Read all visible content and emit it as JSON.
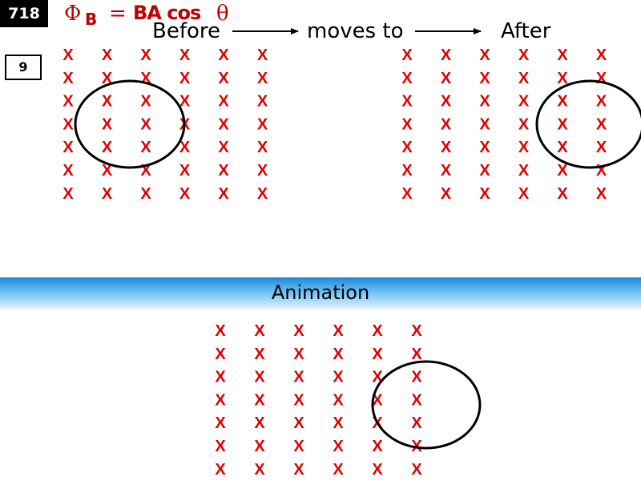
{
  "header": {
    "slide_number": "718",
    "sub_number": "9"
  },
  "formula": {
    "phi": "Φ",
    "subscript": "B",
    "equals": "=",
    "rhs": "BA cos",
    "theta": "θ"
  },
  "captions": {
    "before": "Before",
    "moves_to": "moves to",
    "after": "After"
  },
  "banner": {
    "label": "Animation"
  },
  "field": {
    "mark": "X",
    "rows": 7,
    "cols": 6,
    "color": "#e00000"
  },
  "loop_color": "#000000",
  "banner_colors": [
    "#1e88d8",
    "#6cc0f2",
    "#e6f5fd"
  ]
}
